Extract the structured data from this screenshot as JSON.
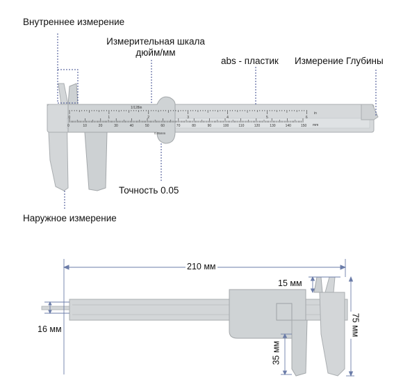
{
  "labels": {
    "inner": "Внутреннее измерение",
    "scale_line1": "Измерительная шкала",
    "scale_line2": "дюйм/мм",
    "material": "abs - пластик",
    "depth": "Измерение Глубины",
    "accuracy": "Точность 0.05",
    "outer": "Наружное измерение"
  },
  "scale_marks": {
    "inch_label": "1/128in",
    "inch_unit": "in",
    "mm_unit": "mm",
    "vernier_label": "0.05mm",
    "mm_numbers": [
      "0",
      "10",
      "20",
      "30",
      "40",
      "50",
      "60",
      "70",
      "80",
      "90",
      "100",
      "110",
      "120",
      "130",
      "140",
      "150"
    ],
    "inch_numbers": [
      "0",
      "1",
      "2",
      "3",
      "4",
      "5",
      "6"
    ]
  },
  "dimensions": {
    "length": "210 мм",
    "jaw_top": "15 мм",
    "height": "75 мм",
    "depth_rod": "16 мм",
    "jaw_bottom": "35 мм"
  },
  "colors": {
    "body": "#d3d6d8",
    "edge": "#a9adb0",
    "shadow": "#bfc3c6",
    "guide": "#3b4a8c",
    "dim": "#6b7ca8"
  }
}
